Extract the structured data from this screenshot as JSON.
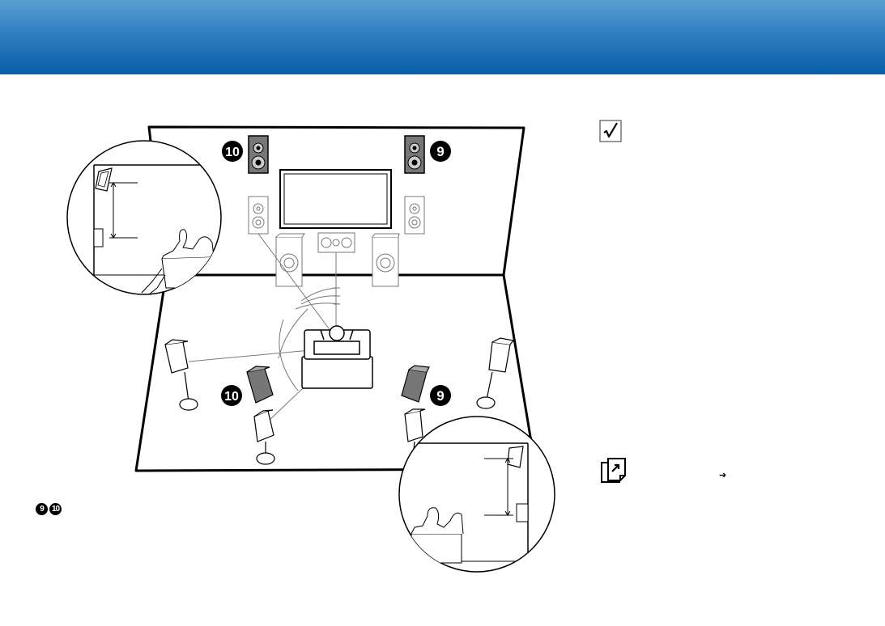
{
  "header": {
    "color_top": "#5b9fd1",
    "color_bottom": "#0a5ea9"
  },
  "badges": {
    "nine": "9",
    "ten": "10"
  },
  "legend": {
    "badge_a": "9",
    "badge_b": "10"
  },
  "icons": {
    "check": "check-box-icon",
    "reference": "page-reference-icon",
    "arrow": "arrow-right-icon"
  },
  "arrow_glyph": "➔"
}
